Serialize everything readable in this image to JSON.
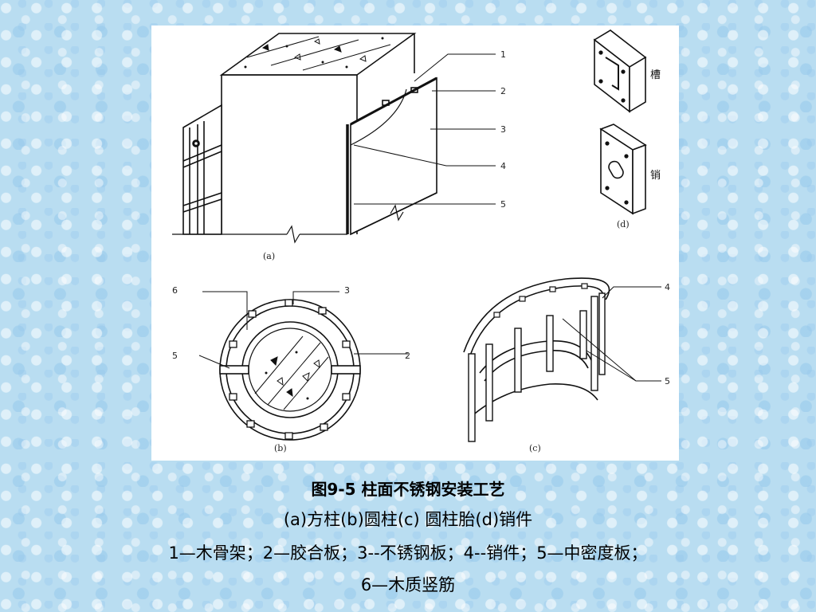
{
  "figure": {
    "panel_a": {
      "caption": "(a)",
      "callouts": [
        "1",
        "2",
        "3",
        "4",
        "5"
      ]
    },
    "panel_b": {
      "caption": "(b)",
      "callouts": [
        "6",
        "3",
        "5",
        "2"
      ]
    },
    "panel_c": {
      "caption": "(c)",
      "callouts": [
        "4",
        "5"
      ]
    },
    "panel_d": {
      "caption": "(d)",
      "slot_label": "槽",
      "pin_label": "销"
    }
  },
  "caption": {
    "title": "图9-5 柱面不锈钢安装工艺",
    "subtitle": "(a)方柱(b)圆柱(c) 圆柱胎(d)销件",
    "legend_line1": "1—木骨架；2—胶合板；3--不锈钢板；4--销件；5—中密度板；",
    "legend_line2": "6—木质竖筋"
  }
}
